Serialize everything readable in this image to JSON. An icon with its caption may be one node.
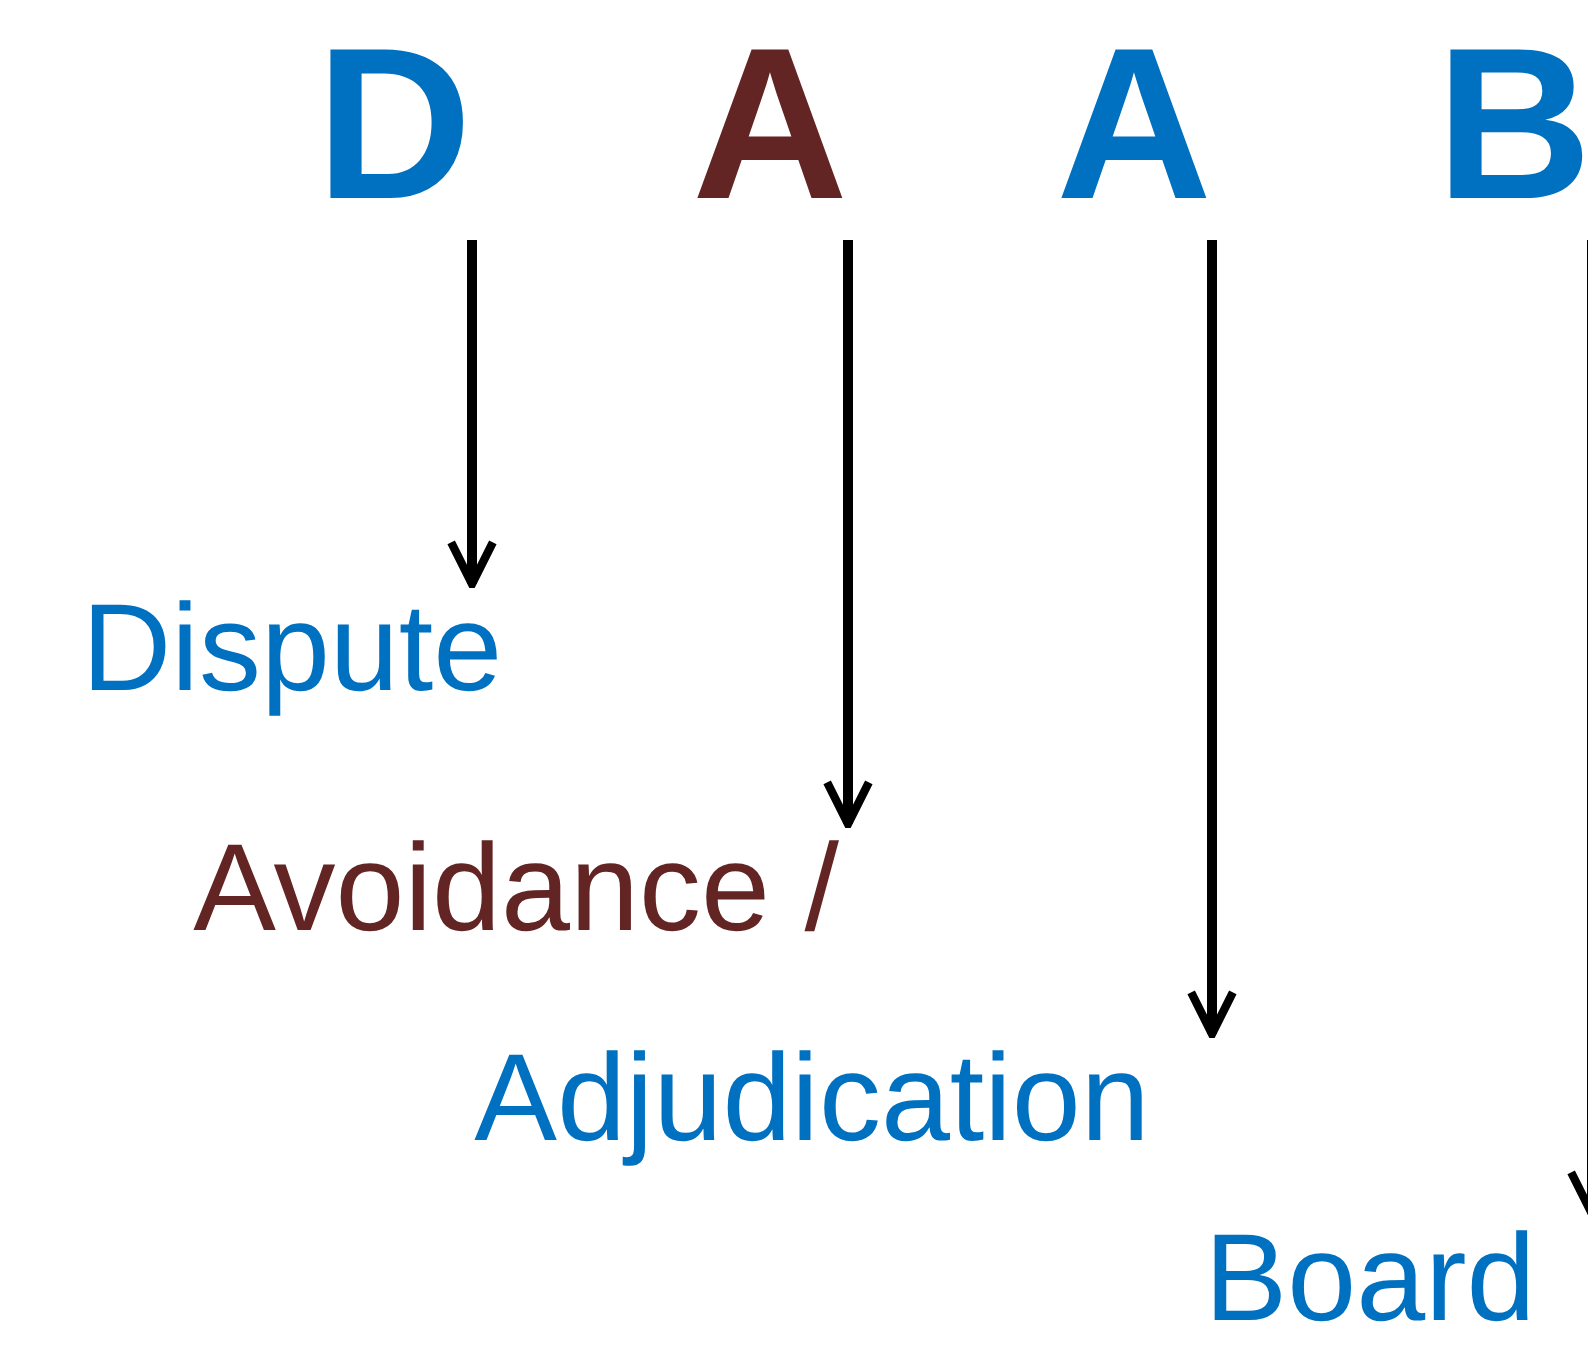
{
  "diagram": {
    "nodes": [
      {
        "text": [
          "D"
        ]
      },
      {
        "text": [
          "A"
        ]
      },
      {
        "text": [
          "A"
        ]
      },
      {
        "text": [
          "B"
        ]
      },
      {
        "text": [
          "Dispute"
        ]
      },
      {
        "text": [
          "Avoidance /"
        ]
      },
      {
        "text": [
          "Adjudication"
        ]
      },
      {
        "text": [
          "Board"
        ]
      }
    ],
    "edges": [
      {
        "from": 0,
        "to": 4,
        "arrow": "to"
      },
      {
        "from": 1,
        "to": 5,
        "arrow": "to"
      },
      {
        "from": 2,
        "to": 6,
        "arrow": "to"
      },
      {
        "from": 3,
        "to": 7,
        "arrow": "to"
      }
    ]
  }
}
